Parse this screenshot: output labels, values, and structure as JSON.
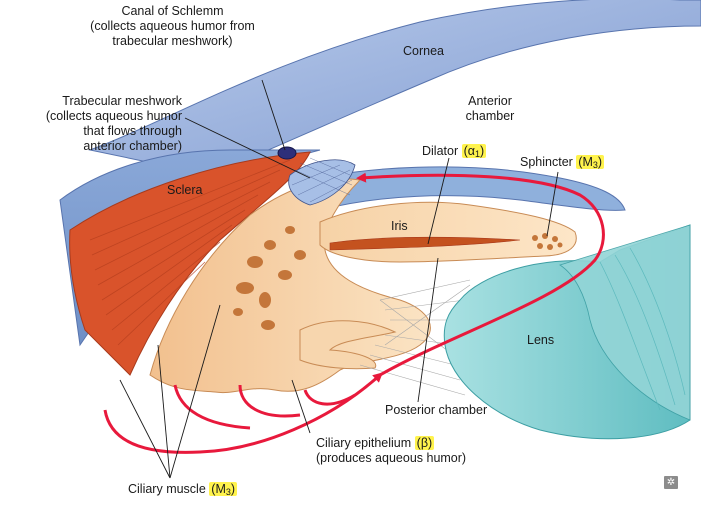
{
  "labels": {
    "canal": {
      "title": "Canal of Schlemm",
      "line1": "(collects aqueous humor from",
      "line2": "trabecular meshwork)"
    },
    "trabecular": {
      "title": "Trabecular meshwork",
      "line1": "(collects aqueous humor",
      "line2": "that flows through",
      "line3": "anterior chamber)"
    },
    "cornea": "Cornea",
    "anterior": {
      "line1": "Anterior",
      "line2": "chamber"
    },
    "dilator": {
      "text": "Dilator",
      "receptor": "(α",
      "receptor_sub": "1",
      "receptor_end": ")"
    },
    "sphincter": {
      "text": "Sphincter",
      "receptor": "(M",
      "receptor_sub": "3",
      "receptor_end": ")"
    },
    "sclera": "Sclera",
    "iris": "Iris",
    "lens": "Lens",
    "posterior": "Posterior chamber",
    "epithelium": {
      "text": "Ciliary epithelium",
      "receptor": "(β)",
      "line2": "(produces aqueous humor)"
    },
    "ciliary_muscle": {
      "text": "Ciliary muscle",
      "receptor": "(M",
      "receptor_sub": "3",
      "receptor_end": ")"
    }
  },
  "highlight_color": "#fff34d",
  "colors": {
    "sclera": "#7f9fd0",
    "cornea": "#9db4de",
    "ciliary_muscle": "#d9532b",
    "ciliary_body": "#f6cfa0",
    "pigment": "#c4763a",
    "lens": "#7fd0d2",
    "flow_arrow": "#e8193c"
  },
  "control_icon": "expand-icon"
}
